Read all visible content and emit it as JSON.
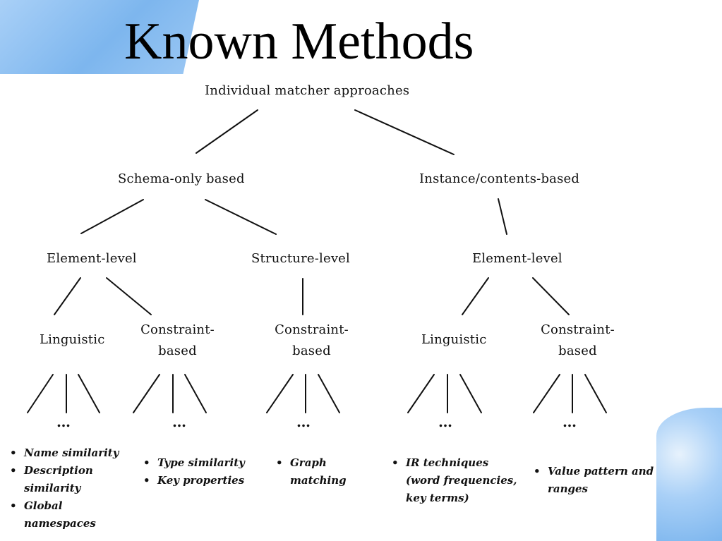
{
  "slide": {
    "title": "Known Methods"
  },
  "tree": {
    "root": "Individual matcher approaches",
    "schema_only": "Schema-only based",
    "instance": "Instance/contents-based",
    "schema_element": "Element-level",
    "schema_structure": "Structure-level",
    "instance_element": "Element-level",
    "schema_elem_linguistic": "Linguistic",
    "schema_elem_constraint": [
      "Constraint-",
      "based"
    ],
    "schema_struct_constraint": [
      "Constraint-",
      "based"
    ],
    "instance_elem_linguistic": "Linguistic",
    "instance_elem_constraint": [
      "Constraint-",
      "based"
    ],
    "ellipsis": "…"
  },
  "examples": {
    "schema_linguistic": [
      [
        "Name similarity"
      ],
      [
        "Description",
        "similarity"
      ],
      [
        "Global",
        "namespaces"
      ]
    ],
    "schema_constraint": [
      [
        "Type similarity"
      ],
      [
        "Key properties"
      ]
    ],
    "structure_constraint": [
      [
        "Graph",
        "matching"
      ]
    ],
    "instance_linguistic": [
      [
        "IR techniques",
        "(word frequencies,",
        "key terms)"
      ]
    ],
    "instance_constraint": [
      [
        "Value pattern and",
        "ranges"
      ]
    ]
  }
}
